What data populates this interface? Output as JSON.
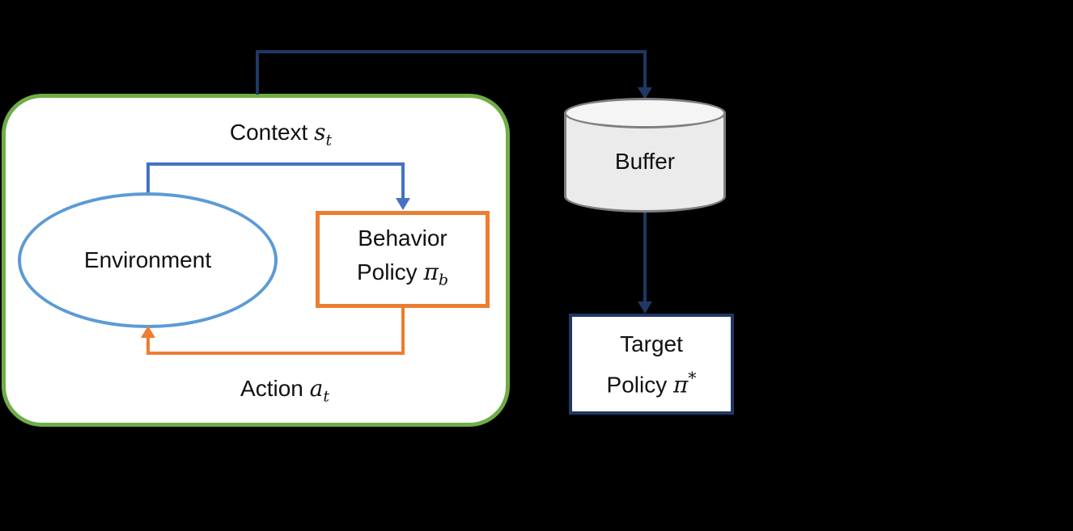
{
  "colors": {
    "background": "#000000",
    "green": "#70AD47",
    "orange": "#ED7D31",
    "light_blue": "#5B9BD5",
    "blue": "#4472C4",
    "navy": "#1F3864",
    "gray": "#7F7F7F",
    "cylinder_fill": "#EBEBEB",
    "cylinder_top_fill": "#F5F5F5"
  },
  "labels": {
    "context": {
      "prefix": "Context ",
      "variable": "s",
      "subscript": "t"
    },
    "action": {
      "prefix": "Action ",
      "variable": "a",
      "subscript": "t"
    },
    "environment": "Environment",
    "behavior": {
      "line1": "Behavior",
      "line2_prefix": "Policy ",
      "variable": "π",
      "subscript": "b"
    },
    "buffer": "Buffer",
    "target": {
      "line1": "Target",
      "line2_prefix": "Policy ",
      "variable": "π",
      "superscript": "*"
    }
  }
}
